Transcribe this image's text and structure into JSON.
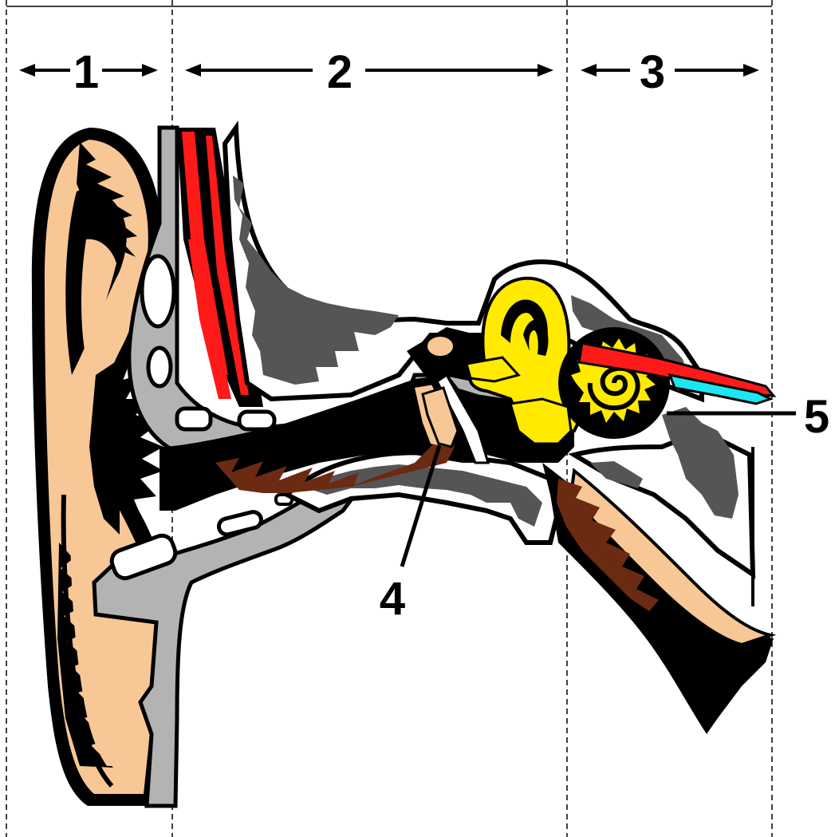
{
  "sections": [
    {
      "id": "outer",
      "label": "1"
    },
    {
      "id": "middle",
      "label": "2"
    },
    {
      "id": "inner",
      "label": "3"
    }
  ],
  "callouts": [
    {
      "id": "eardrum",
      "label": "4"
    },
    {
      "id": "cochlea",
      "label": "5"
    }
  ],
  "colors": {
    "skin": "#f8c796",
    "bone": "#b3b3b3",
    "dark_bone": "#555555",
    "canal": "#6b2a12",
    "ossicles": "#ffea00",
    "artery": "#ff1a1a",
    "nerve_blue": "#1ee6f0",
    "ink": "#000000"
  }
}
